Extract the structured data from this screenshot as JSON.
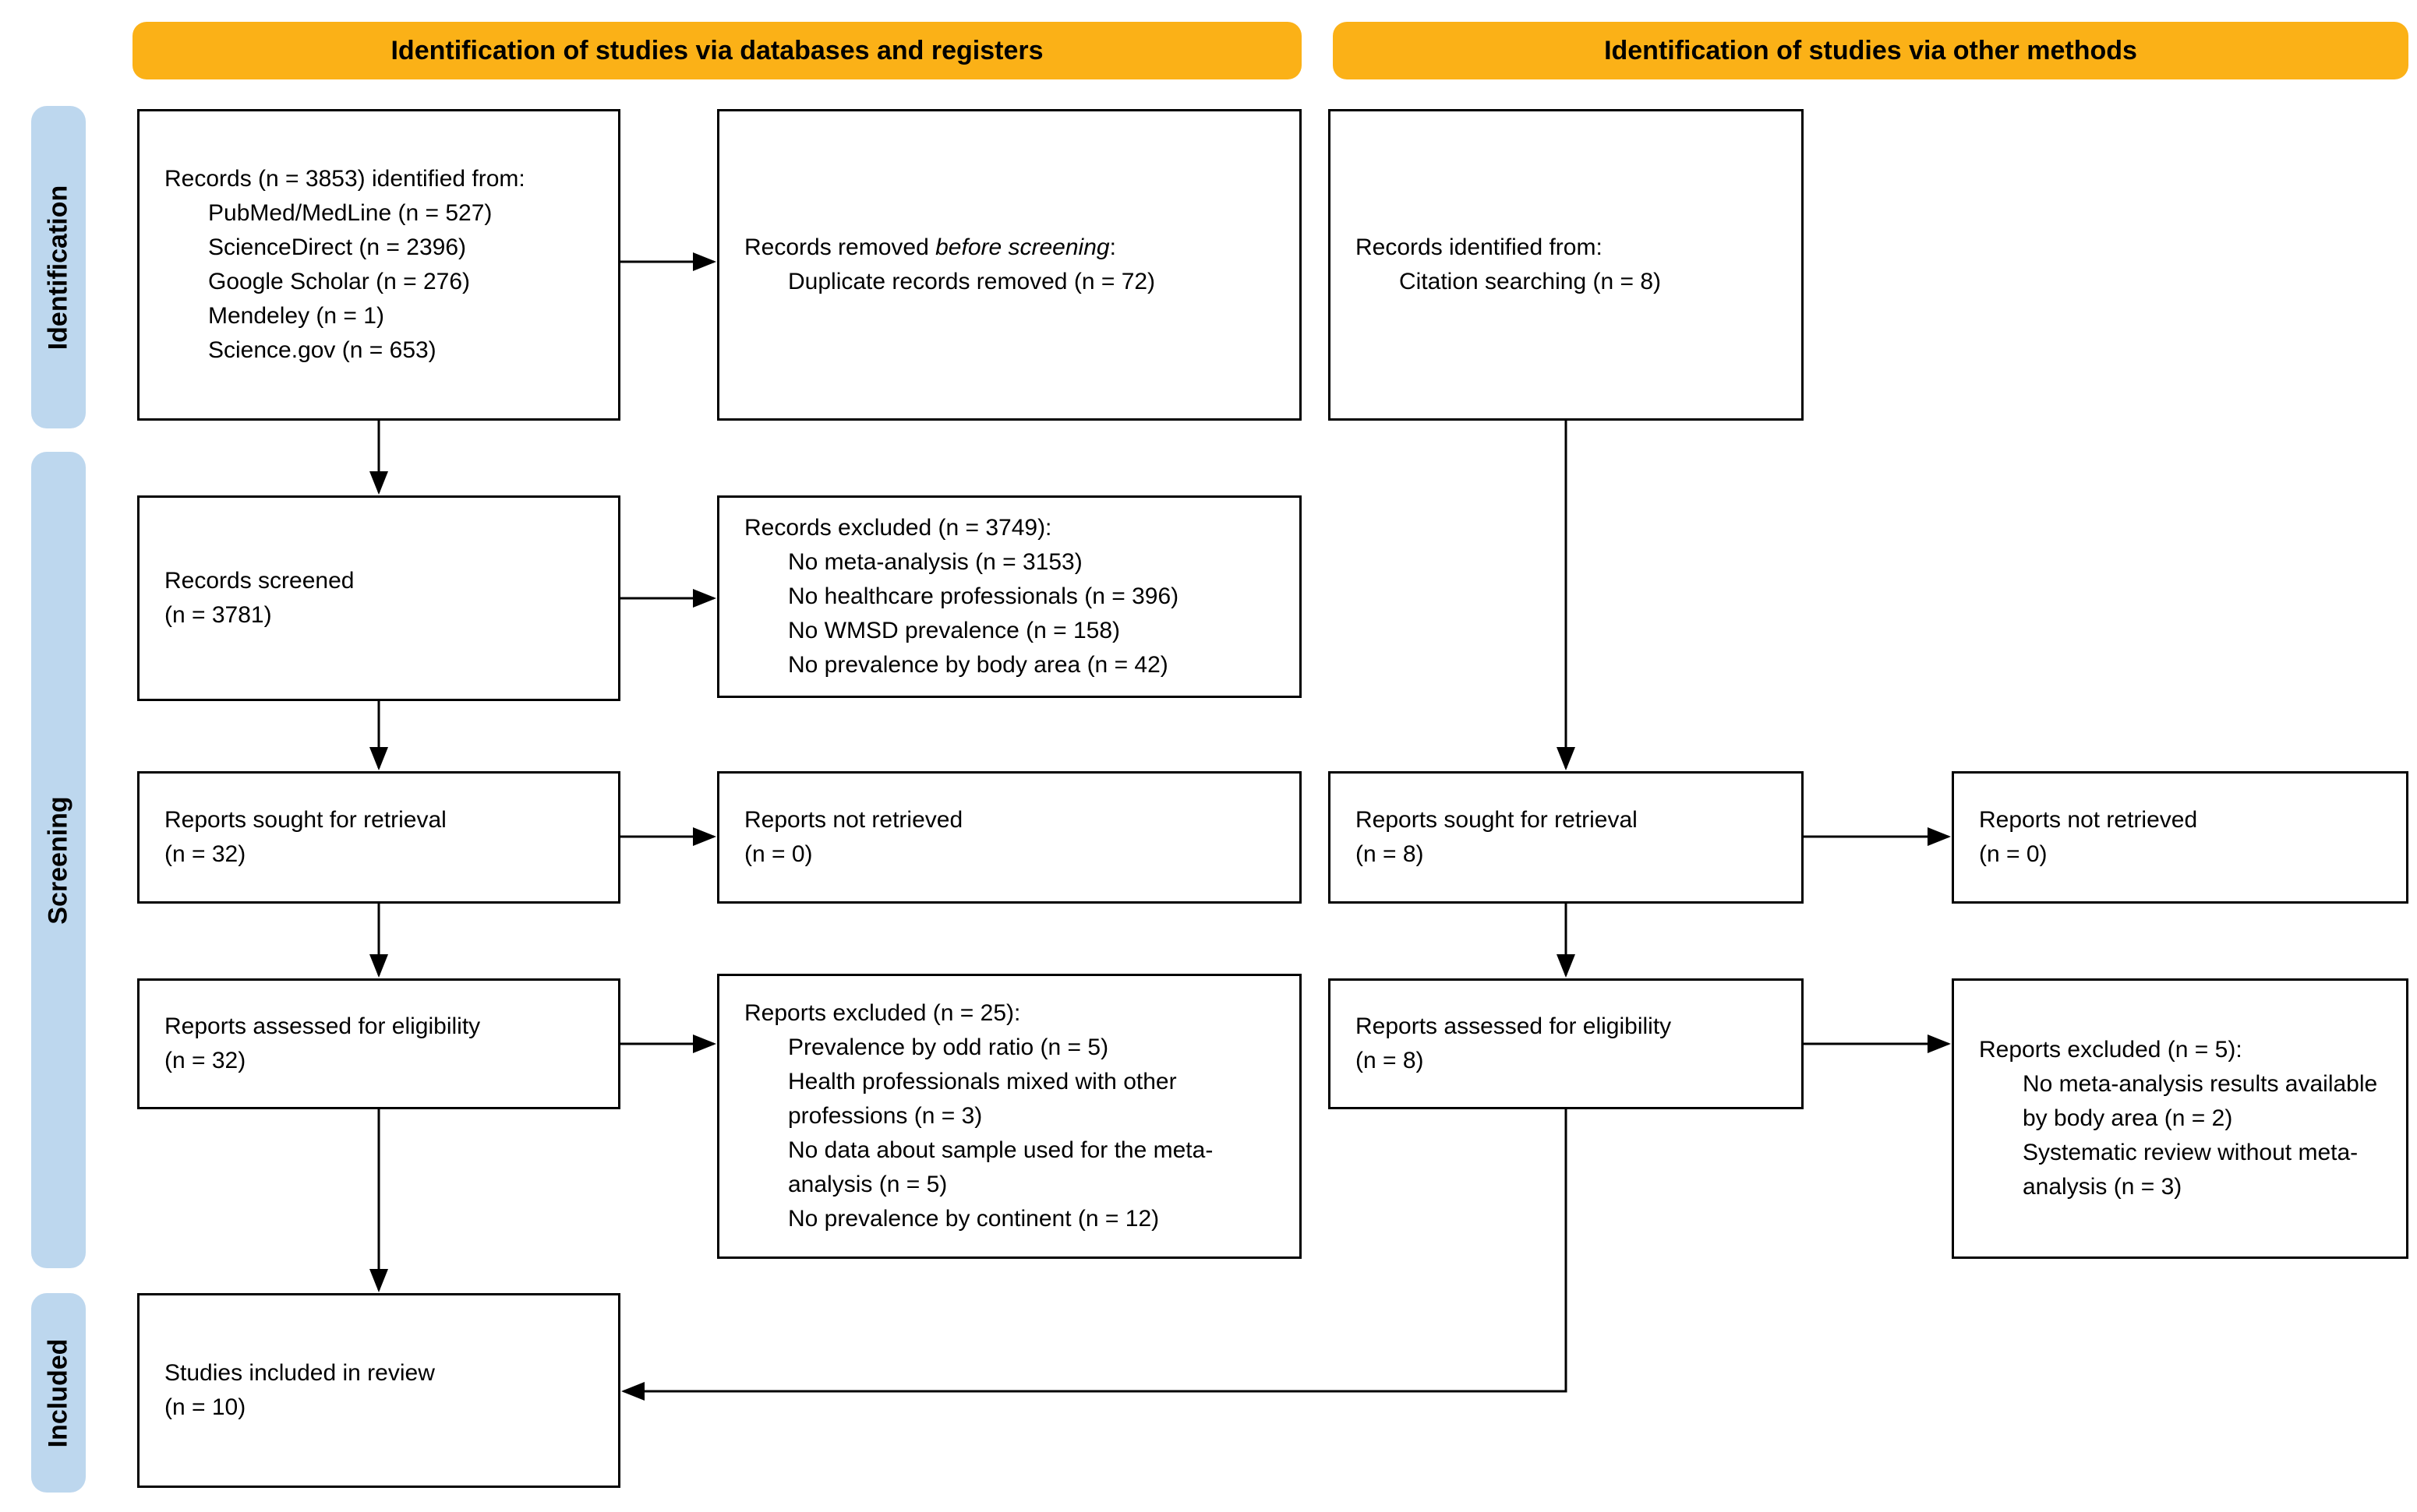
{
  "headers": {
    "databases": "Identification of studies via databases and registers",
    "other_methods": "Identification of studies via other methods"
  },
  "stages": {
    "identification": "Identification",
    "screening": "Screening",
    "included": "Included"
  },
  "colors": {
    "header_bg": "#FBB117",
    "stage_bg": "#BDD7EE",
    "box_border": "#000000",
    "arrow": "#000000"
  },
  "boxes": {
    "records_identified": {
      "title": "Records (n = 3853) identified from:",
      "items": [
        "PubMed/MedLine (n = 527)",
        "ScienceDirect (n = 2396)",
        "Google Scholar (n = 276)",
        "Mendeley (n = 1)",
        "Science.gov (n = 653)"
      ]
    },
    "records_removed": {
      "title_pre": "Records removed ",
      "title_italic": "before screening",
      "title_post": ":",
      "items": [
        "Duplicate records removed (n = 72)"
      ]
    },
    "records_identified_other": {
      "title": "Records identified from:",
      "items": [
        "Citation searching (n = 8)"
      ]
    },
    "records_screened": {
      "line1": "Records screened",
      "line2": "(n = 3781)"
    },
    "records_excluded": {
      "title": "Records excluded (n = 3749):",
      "items": [
        "No meta-analysis (n = 3153)",
        "No healthcare professionals (n = 396)",
        "No WMSD prevalence (n = 158)",
        "No prevalence by body area (n = 42)"
      ]
    },
    "reports_sought_db": {
      "line1": "Reports sought for retrieval",
      "line2": "(n = 32)"
    },
    "reports_not_retrieved_db": {
      "line1": "Reports not retrieved",
      "line2": "(n = 0)"
    },
    "reports_sought_other": {
      "line1": "Reports sought for retrieval",
      "line2": "(n = 8)"
    },
    "reports_not_retrieved_other": {
      "line1": "Reports not retrieved",
      "line2": "(n = 0)"
    },
    "reports_assessed_db": {
      "line1": "Reports assessed for eligibility",
      "line2": "(n = 32)"
    },
    "reports_excluded_db": {
      "title": "Reports excluded (n = 25):",
      "items": [
        "Prevalence by odd ratio (n = 5)",
        "Health professionals mixed with other professions (n = 3)",
        "No data about sample used for the meta-analysis (n = 5)",
        "No prevalence by continent (n = 12)"
      ]
    },
    "reports_assessed_other": {
      "line1": "Reports assessed for eligibility",
      "line2": "(n = 8)"
    },
    "reports_excluded_other": {
      "title": "Reports excluded (n = 5):",
      "items": [
        "No meta-analysis results available by body area (n = 2)",
        "Systematic review without meta-analysis (n = 3)"
      ]
    },
    "studies_included": {
      "line1": "Studies included in review",
      "line2": "(n = 10)"
    }
  }
}
